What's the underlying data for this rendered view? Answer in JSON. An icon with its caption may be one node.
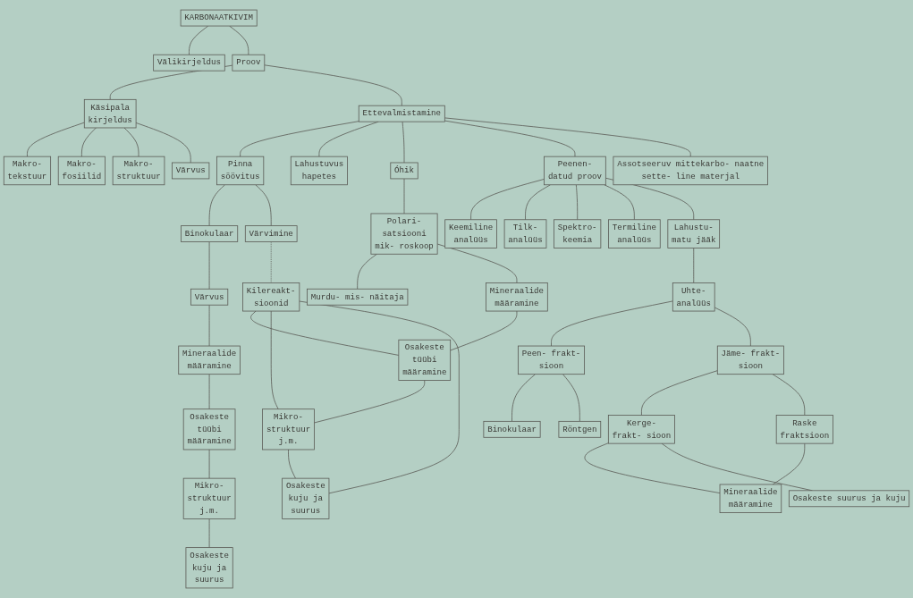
{
  "diagram": {
    "nodes": [
      {
        "text": [
          "KARBONAATKIVIM"
        ]
      },
      {
        "text": [
          "Välikirjeldus"
        ]
      },
      {
        "text": [
          "Proov"
        ]
      },
      {
        "text": [
          "Käsipala kirjeldus"
        ]
      },
      {
        "text": [
          "Makro- tekstuur"
        ]
      },
      {
        "text": [
          "Makro- fosiilid"
        ]
      },
      {
        "text": [
          "Makro- struktuur"
        ]
      },
      {
        "text": [
          "Värvus"
        ]
      },
      {
        "text": [
          "Assotseeruv mittekarbo- naatne sette- line materjal"
        ]
      },
      {
        "text": [
          "Ettevalmistamine"
        ]
      },
      {
        "text": [
          "Pinna söövitus"
        ]
      },
      {
        "text": [
          "Lahustuvus hapetes"
        ]
      },
      {
        "text": [
          "Óhik"
        ]
      },
      {
        "text": [
          "Peenen- datud proov"
        ]
      },
      {
        "text": [
          "Keemiline analüüs"
        ]
      },
      {
        "text": [
          "Värvimine"
        ]
      },
      {
        "text": [
          "Polari- satsiooni mik- roskoop"
        ]
      },
      {
        "text": [
          "Murdu- mis- näitaja"
        ]
      },
      {
        "text": [
          "Lahustu- matu jääk"
        ]
      },
      {
        "text": [
          "Tilk- analüüs"
        ]
      },
      {
        "text": [
          "Binokulaar"
        ]
      },
      {
        "text": [
          "Spektro- keemia"
        ]
      },
      {
        "text": [
          "Uhte- analüüs"
        ]
      },
      {
        "text": [
          "Värvus"
        ]
      },
      {
        "text": [
          "Mineraalide määramine"
        ]
      },
      {
        "text": [
          "Termiline analüüs"
        ]
      },
      {
        "text": [
          "Mineraalide määramine"
        ]
      },
      {
        "text": [
          "Kilereakt- sioonid"
        ]
      },
      {
        "text": [
          "Osakeste tüübi määramine"
        ]
      },
      {
        "text": [
          "Peen- frakt- sioon"
        ]
      },
      {
        "text": [
          "Jäme- frakt- sioon"
        ]
      },
      {
        "text": [
          "Raske fraktsioon"
        ]
      },
      {
        "text": [
          "Osakeste tüübi määramine"
        ]
      },
      {
        "text": [
          "Mikro- struktuur j.m."
        ]
      },
      {
        "text": [
          "Kerge- frakt- sioon"
        ]
      },
      {
        "text": [
          "Binokulaar"
        ]
      },
      {
        "text": [
          "Röntgen"
        ]
      },
      {
        "text": [
          "Mikro- struktuur j.m."
        ]
      },
      {
        "text": [
          "Osakeste kuju ja suurus"
        ]
      },
      {
        "text": [
          "Mineraalide määramine"
        ]
      },
      {
        "text": [
          "Osakeste kuju ja suurus"
        ]
      },
      {
        "text": [
          "Osakeste suurus ja kuju"
        ]
      }
    ],
    "edges": [
      {
        "from": 0,
        "to": 1,
        "arrow": "none"
      },
      {
        "from": 0,
        "to": 2,
        "arrow": "none"
      },
      {
        "from": 2,
        "to": 3,
        "arrow": "none"
      },
      {
        "from": 3,
        "to": 4,
        "arrow": "none"
      },
      {
        "from": 3,
        "to": 5,
        "arrow": "none"
      },
      {
        "from": 3,
        "to": 6,
        "arrow": "none"
      },
      {
        "from": 3,
        "to": 7,
        "arrow": "none"
      },
      {
        "from": 2,
        "to": 9,
        "arrow": "none"
      },
      {
        "from": 9,
        "to": 10,
        "arrow": "none"
      },
      {
        "from": 9,
        "to": 11,
        "arrow": "none"
      },
      {
        "from": 9,
        "to": 12,
        "arrow": "none"
      },
      {
        "from": 9,
        "to": 13,
        "arrow": "none"
      },
      {
        "from": 9,
        "to": 8,
        "arrow": "none"
      },
      {
        "from": 10,
        "to": 20,
        "arrow": "none"
      },
      {
        "from": 10,
        "to": 15,
        "arrow": "none"
      },
      {
        "from": 20,
        "to": 23,
        "arrow": "none"
      },
      {
        "from": 23,
        "to": 26,
        "arrow": "none"
      },
      {
        "from": 26,
        "to": 32,
        "arrow": "none"
      },
      {
        "from": 32,
        "to": 37,
        "arrow": "none"
      },
      {
        "from": 37,
        "to": 40,
        "arrow": "none"
      },
      {
        "from": 15,
        "to": 27,
        "arrow": "none",
        "style": "dashed"
      },
      {
        "from": 12,
        "to": 16,
        "arrow": "none"
      },
      {
        "from": 16,
        "to": 17,
        "arrow": "none"
      },
      {
        "from": 16,
        "to": 24,
        "arrow": "none"
      },
      {
        "from": 24,
        "to": 28,
        "arrow": "none"
      },
      {
        "from": 28,
        "to": 33,
        "arrow": "none"
      },
      {
        "from": 33,
        "to": 38,
        "arrow": "none"
      },
      {
        "from": 27,
        "to": 28,
        "arrow": "none"
      },
      {
        "from": 27,
        "to": 33,
        "arrow": "none"
      },
      {
        "from": 27,
        "to": 38,
        "arrow": "none"
      },
      {
        "from": 13,
        "to": 14,
        "arrow": "none"
      },
      {
        "from": 13,
        "to": 19,
        "arrow": "none"
      },
      {
        "from": 13,
        "to": 21,
        "arrow": "none"
      },
      {
        "from": 13,
        "to": 25,
        "arrow": "none"
      },
      {
        "from": 13,
        "to": 18,
        "arrow": "none"
      },
      {
        "from": 18,
        "to": 22,
        "arrow": "none"
      },
      {
        "from": 22,
        "to": 29,
        "arrow": "none"
      },
      {
        "from": 22,
        "to": 30,
        "arrow": "none"
      },
      {
        "from": 29,
        "to": 35,
        "arrow": "none"
      },
      {
        "from": 29,
        "to": 36,
        "arrow": "none"
      },
      {
        "from": 30,
        "to": 34,
        "arrow": "none"
      },
      {
        "from": 30,
        "to": 31,
        "arrow": "none"
      },
      {
        "from": 31,
        "to": 39,
        "arrow": "none"
      },
      {
        "from": 34,
        "to": 39,
        "arrow": "none"
      },
      {
        "from": 34,
        "to": 41,
        "arrow": "none"
      }
    ]
  }
}
